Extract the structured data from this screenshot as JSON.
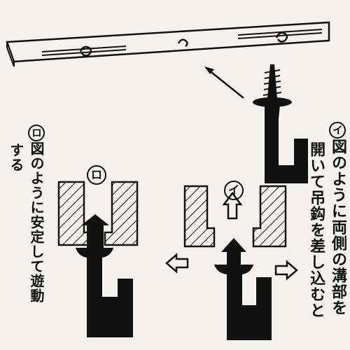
{
  "labels": {
    "i_mark": "イ",
    "ro_mark": "ロ"
  },
  "right_text": {
    "col1": "図のように両側の溝部を",
    "col2": "開いて吊鈎を差し込むと"
  },
  "left_text": {
    "col1": "図のように安定して遊動",
    "col2": "する"
  },
  "colors": {
    "ink": "#111111",
    "paper": "#f4f2ee"
  }
}
